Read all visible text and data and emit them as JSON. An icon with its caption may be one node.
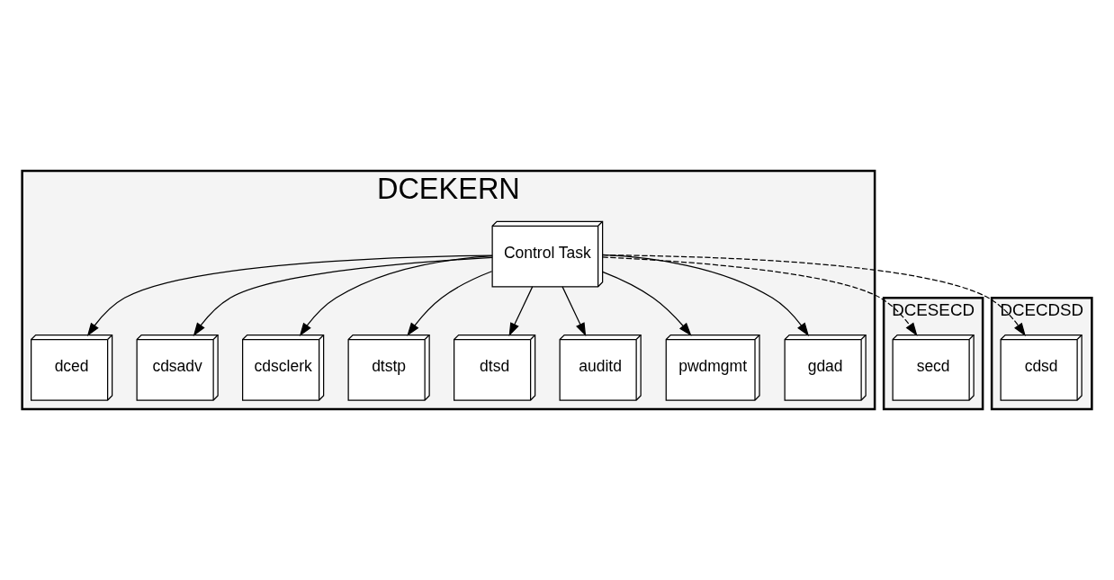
{
  "diagram": {
    "nodes": [
      {
        "text": [
          "DCEKERN"
        ]
      },
      {
        "text": [
          "Control Task"
        ],
        "in": 0
      },
      {
        "text": [
          "dced"
        ],
        "in": 0
      },
      {
        "text": [
          "cdsadv"
        ],
        "in": 0
      },
      {
        "text": [
          "cdsclerk"
        ],
        "in": 0
      },
      {
        "text": [
          "dtstp"
        ],
        "in": 0
      },
      {
        "text": [
          "dtsd"
        ],
        "in": 0
      },
      {
        "text": [
          "auditd"
        ],
        "in": 0
      },
      {
        "text": [
          "pwdmgmt"
        ],
        "in": 0
      },
      {
        "text": [
          "gdad"
        ],
        "in": 0
      },
      {
        "text": [
          "DCESECD"
        ]
      },
      {
        "text": [
          "secd"
        ],
        "in": 10
      },
      {
        "text": [
          "DCECDSD"
        ]
      },
      {
        "text": [
          "cdsd"
        ],
        "in": 12
      }
    ],
    "edges": [
      {
        "from": 1,
        "to": 2,
        "arrow": "to"
      },
      {
        "from": 1,
        "to": 3,
        "arrow": "to"
      },
      {
        "from": 1,
        "to": 4,
        "arrow": "to"
      },
      {
        "from": 1,
        "to": 5,
        "arrow": "to"
      },
      {
        "from": 1,
        "to": 6,
        "arrow": "to"
      },
      {
        "from": 1,
        "to": 7,
        "arrow": "to"
      },
      {
        "from": 1,
        "to": 8,
        "arrow": "to"
      },
      {
        "from": 1,
        "to": 9,
        "arrow": "to"
      },
      {
        "from": 1,
        "to": 11,
        "arrow": "to",
        "style": "dashed"
      },
      {
        "from": 1,
        "to": 13,
        "arrow": "to",
        "style": "dashed"
      }
    ]
  }
}
